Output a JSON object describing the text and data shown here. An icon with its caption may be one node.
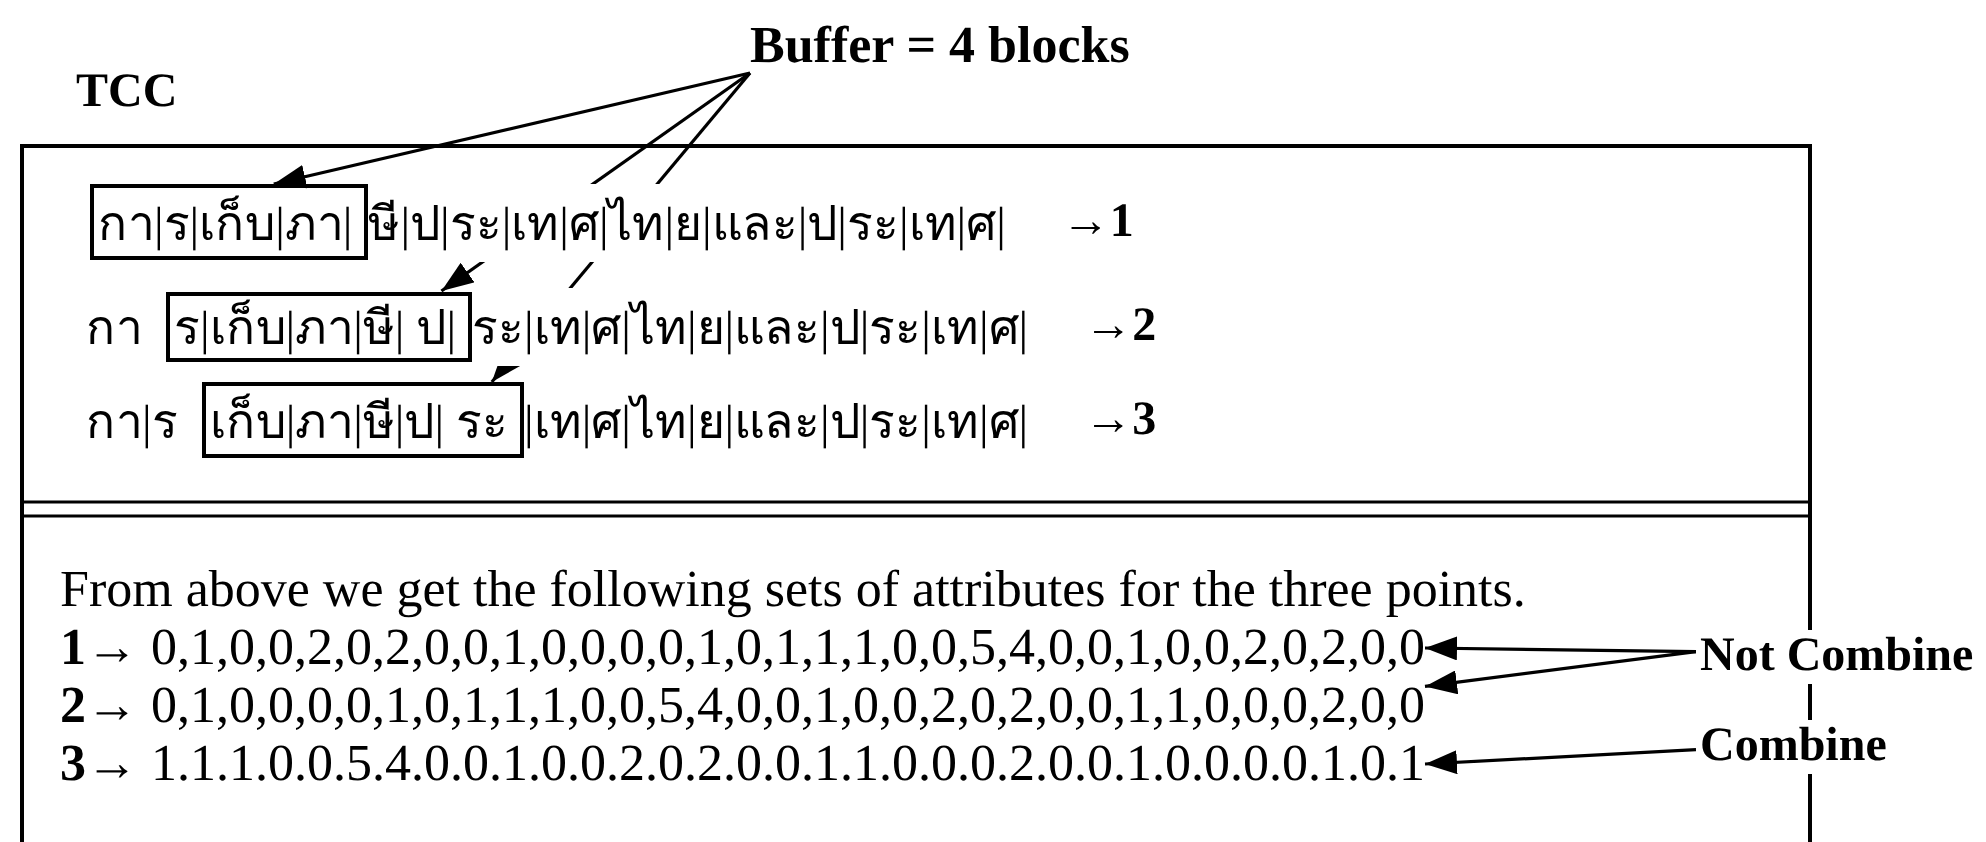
{
  "diagram": {
    "nodes": [
      {
        "text": [
          "Buffer = 4 blocks"
        ]
      },
      {
        "text": [
          "กา|ร|เก็บ|ภา|"
        ]
      },
      {
        "text": [
          "ร|เก็บ|ภา|ษี| ป|"
        ]
      },
      {
        "text": [
          "เก็บ|ภา|ษี|ป| ระ"
        ]
      },
      {
        "text": [
          "**1→** 0,1,0,0,2,0,2,0,0,1,0,0,0,0,1,0,1,1,1,0,0,5,4,0,0,1,0,0,2,0,2,0,0"
        ]
      },
      {
        "text": [
          "**2→** 0,1,0,0,0,0,1,0,1,1,1,0,0,5,4,0,0,1,0,0,2,0,2,0,0,1,1,0,0,0,2,0,0"
        ]
      },
      {
        "text": [
          "**3→** 1.1.1.0.0.5.4.0.0.1.0.0.2.0.2.0.0.1.1.0.0.0.2.0.0.1.0.0.0.0.1.0.1"
        ]
      },
      {
        "text": [
          "Not Combine"
        ]
      },
      {
        "text": [
          "Combine"
        ]
      }
    ],
    "edges": [
      {
        "from": 0,
        "to": 1,
        "arrow": "to"
      },
      {
        "from": 0,
        "to": 2,
        "arrow": "to"
      },
      {
        "from": 0,
        "to": 3,
        "arrow": "to"
      },
      {
        "from": 7,
        "to": 4,
        "arrow": "to"
      },
      {
        "from": 7,
        "to": 5,
        "arrow": "to"
      },
      {
        "from": 8,
        "to": 6,
        "arrow": "to"
      }
    ],
    "labels": [
      "TCC",
      "ษี|ป|ระ|เท|ศ|ไท|ย|และ|ป|ระ|เท|ศ|",
      "→1",
      "กา",
      "ระ|เท|ศ|ไท|ย|และ|ป|ระ|เท|ศ|",
      "→2",
      "กา|ร",
      "|เท|ศ|ไท|ย|และ|ป|ระ|เท|ศ|",
      "→3",
      "From above we get the following sets of attributes for the three points."
    ]
  }
}
